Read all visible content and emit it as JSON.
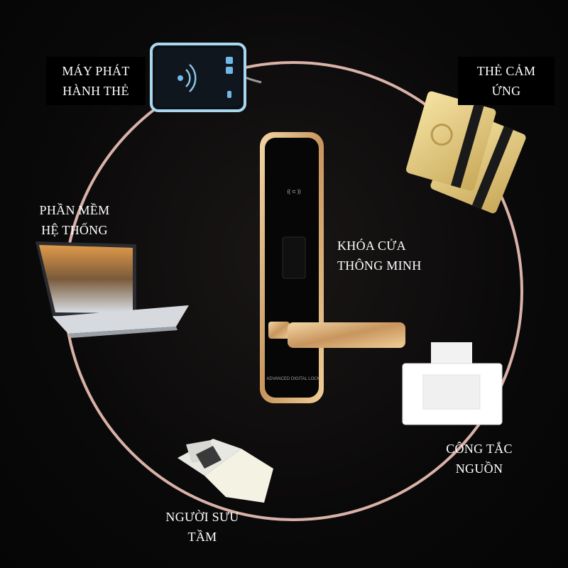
{
  "colors": {
    "background": "#0b0909",
    "ring": "#d9b2a8",
    "label_text": "#ffffff",
    "gold": "#d9b07a"
  },
  "center": {
    "label_line1": "KHÓA CỬA",
    "label_line2": "THÔNG MINH",
    "lock_panel_text": "ADVANCED DIGITAL LOCK",
    "icon": "smart-door-lock"
  },
  "nodes": [
    {
      "id": "card-encoder",
      "line1": "MÁY PHÁT",
      "line2": "HÀNH THẺ",
      "icon": "card-encoder-device"
    },
    {
      "id": "rfid-card",
      "line1": "THẺ CẢM",
      "line2": "ỨNG",
      "icon": "rfid-card"
    },
    {
      "id": "power-switch",
      "line1": "CÔNG TẮC",
      "line2": "NGUỒN",
      "icon": "power-switch"
    },
    {
      "id": "data-collector",
      "line1": "NGƯỜI SƯU",
      "line2": "TẦM",
      "icon": "data-collector-device"
    },
    {
      "id": "system-software",
      "line1": "PHẦN MỀM",
      "line2": "HỆ THỐNG",
      "icon": "laptop"
    }
  ]
}
